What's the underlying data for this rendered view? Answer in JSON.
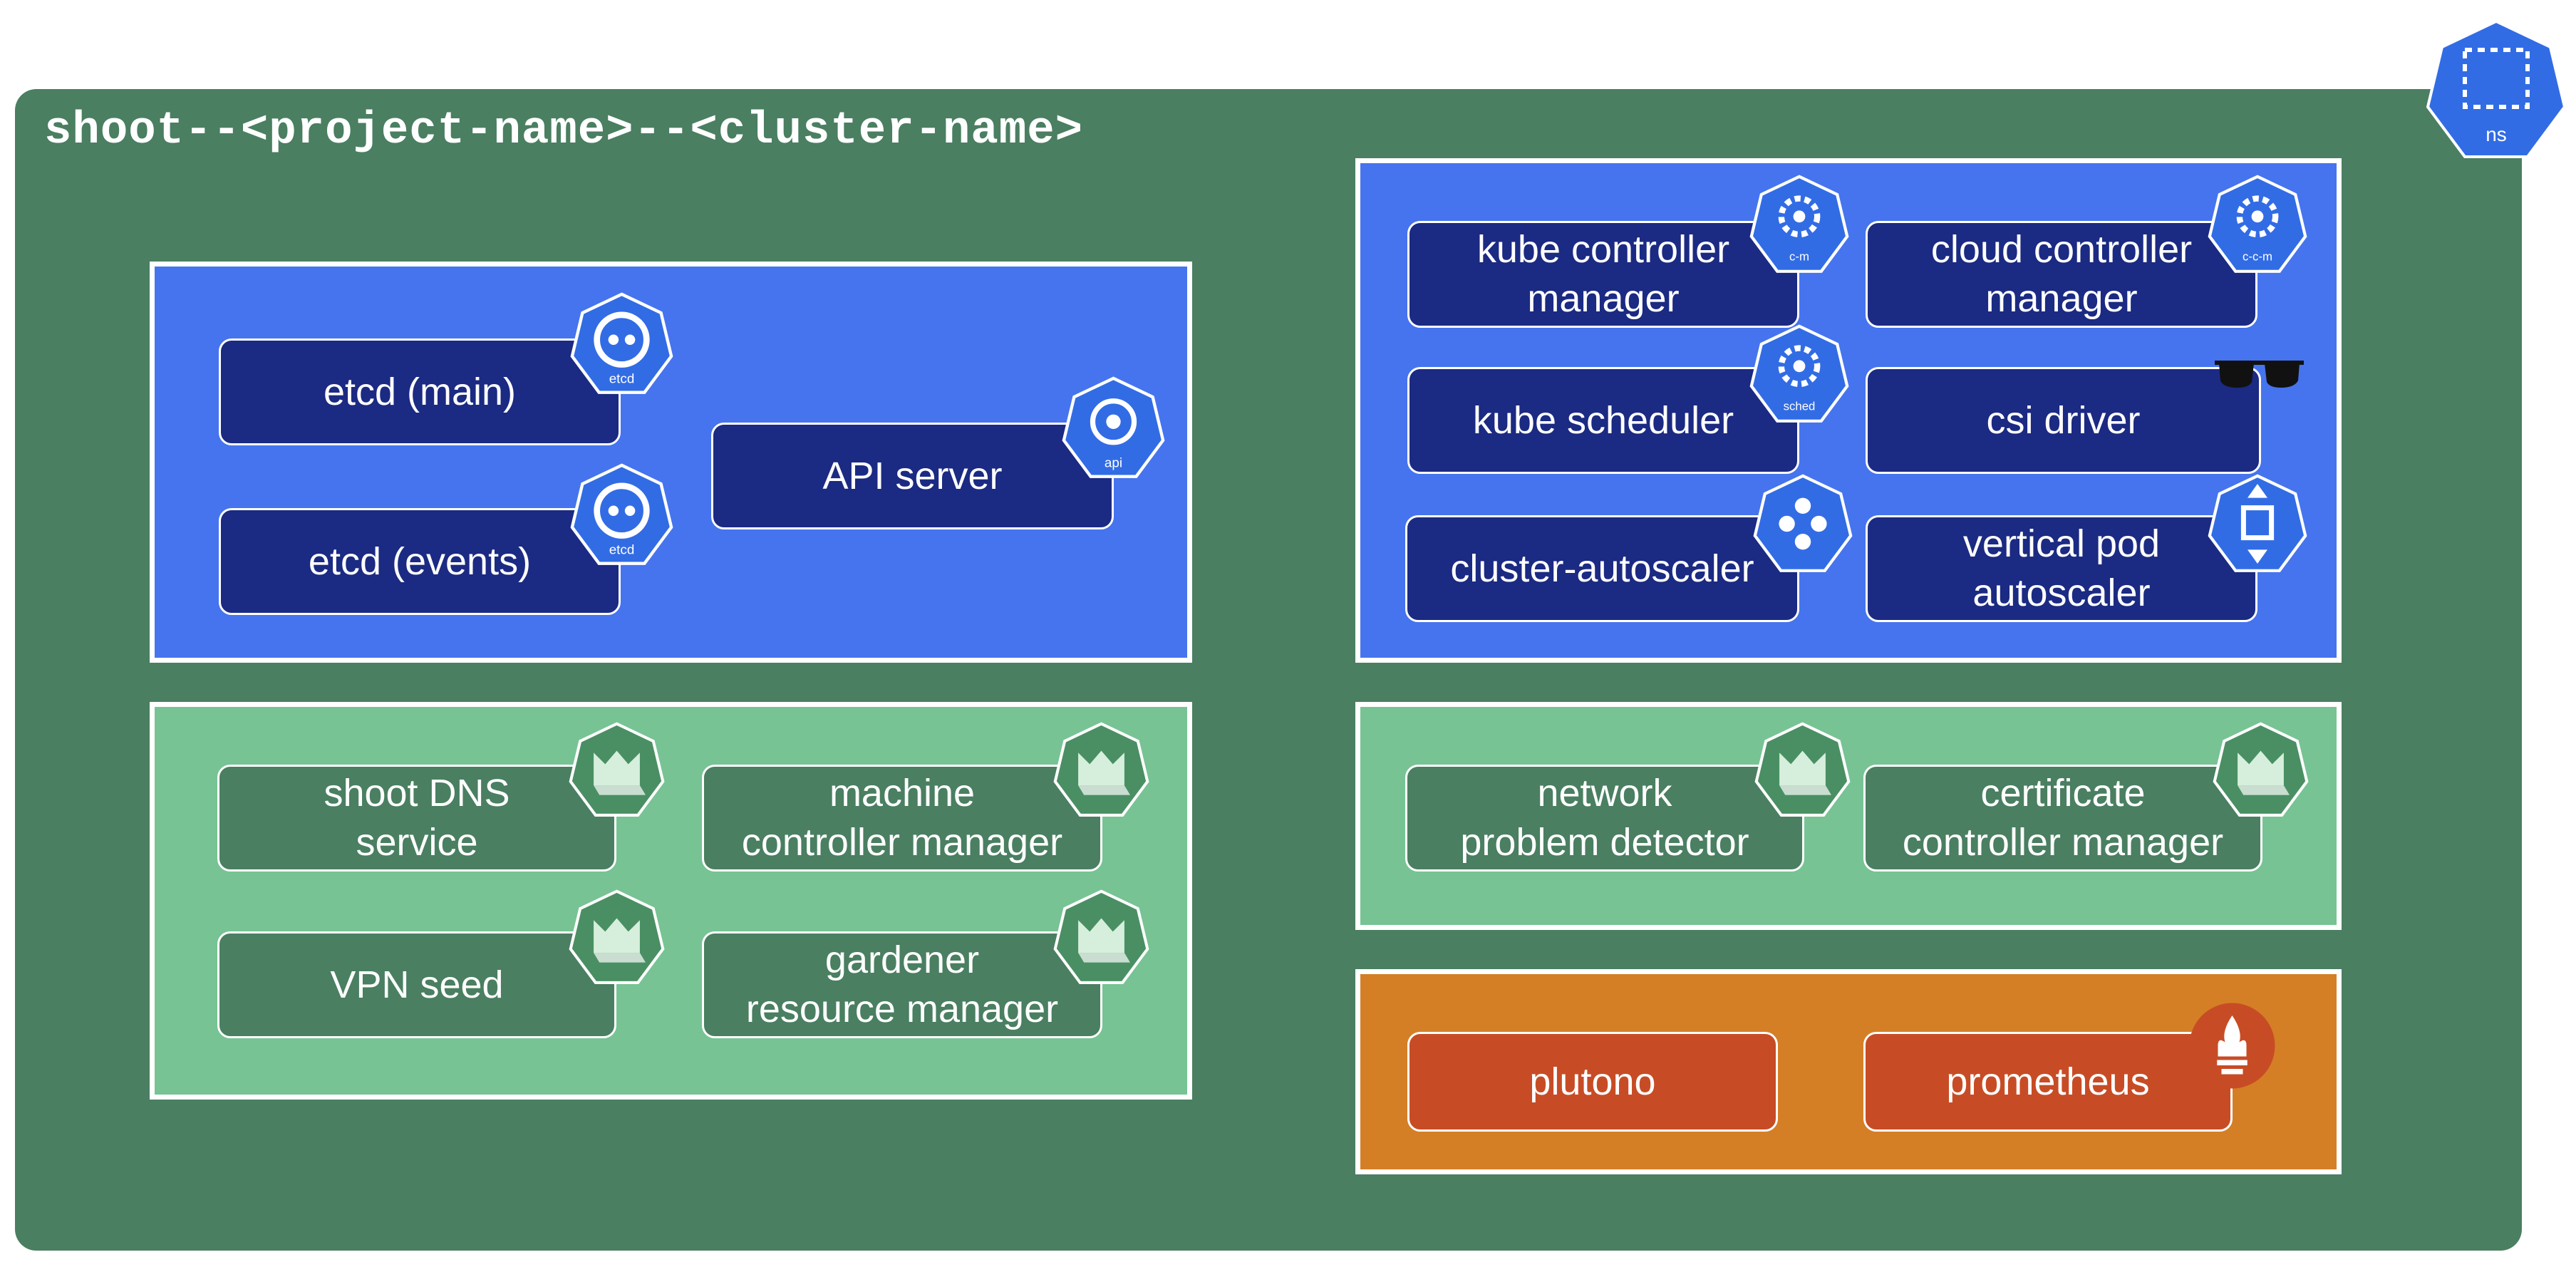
{
  "namespace": {
    "title": "shoot--<project-name>--<cluster-name>",
    "icon_label": "ns"
  },
  "panels": {
    "etcd_api": {
      "etcd_main": "etcd (main)",
      "etcd_events": "etcd (events)",
      "api_server": "API server",
      "etcd_icon_label": "etcd",
      "api_icon_label": "api"
    },
    "controllers": {
      "kube_controller_manager_line1": "kube controller",
      "kube_controller_manager_line2": "manager",
      "cloud_controller_manager_line1": "cloud controller",
      "cloud_controller_manager_line2": "manager",
      "kube_scheduler": "kube scheduler",
      "csi_driver": "csi driver",
      "cluster_autoscaler": "cluster-autoscaler",
      "vpa_line1": "vertical pod",
      "vpa_line2": "autoscaler",
      "cm_icon_label": "c-m",
      "ccm_icon_label": "c-c-m",
      "sched_icon_label": "sched"
    },
    "gardener": {
      "shoot_dns_line1": "shoot DNS",
      "shoot_dns_line2": "service",
      "mcm_line1": "machine",
      "mcm_line2": "controller manager",
      "vpn_seed": "VPN seed",
      "grm_line1": "gardener",
      "grm_line2": "resource manager"
    },
    "extensions": {
      "npd_line1": "network",
      "npd_line2": "problem detector",
      "ccm_line1": "certificate",
      "ccm_line2": "controller manager"
    },
    "monitoring": {
      "plutono": "plutono",
      "prometheus": "prometheus"
    }
  },
  "colors": {
    "namespace_bg": "#4a7f61",
    "blue_panel": "#4674ef",
    "dark_blue_component": "#1b2a82",
    "green_panel": "#77c394",
    "green_component": "#4a7f61",
    "orange_panel": "#d47f26",
    "red_component": "#c74c25",
    "k8s_icon_blue": "#326ce5"
  },
  "icons": [
    "namespace-icon",
    "etcd-icon",
    "api-icon",
    "controller-manager-icon",
    "scheduler-icon",
    "autoscaler-icon",
    "vpa-icon",
    "sunglasses-icon",
    "gardener-icon",
    "prometheus-icon"
  ]
}
